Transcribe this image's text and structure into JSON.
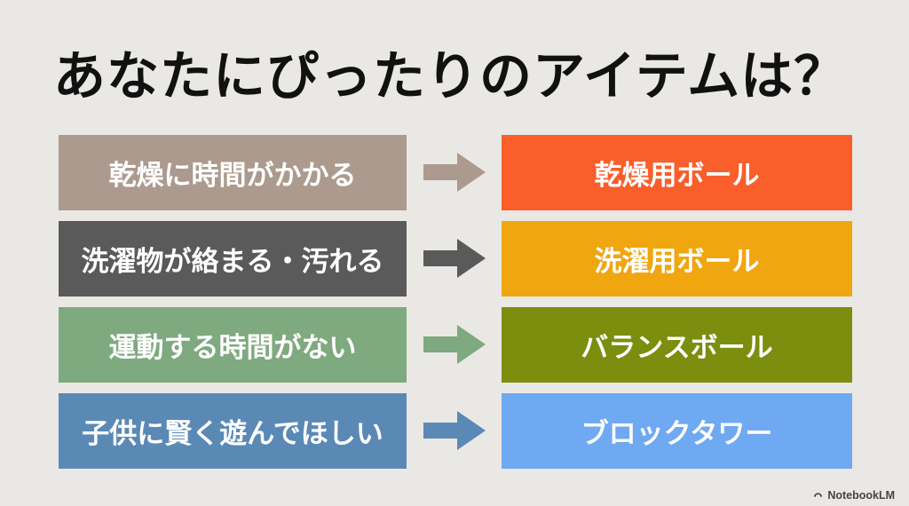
{
  "background_color": "#eae8e4",
  "title": {
    "text": "あなたにぴったりのアイテムは？",
    "color": "#111111"
  },
  "rows": [
    {
      "problem": "乾燥に時間がかかる",
      "item": "乾燥用ボール",
      "problem_color": "#ab9a8d",
      "item_color": "#f95e2b",
      "arrow_color": "#ab9a8d",
      "text_color": "#ffffff"
    },
    {
      "problem": "洗濯物が絡まる・汚れる",
      "item": "洗濯用ボール",
      "problem_color": "#5a5a5a",
      "item_color": "#f0a60f",
      "arrow_color": "#5a5a5a",
      "text_color": "#ffffff"
    },
    {
      "problem": "運動する時間がない",
      "item": "バランスボール",
      "problem_color": "#7fa97f",
      "item_color": "#7b8e0e",
      "arrow_color": "#7fa97f",
      "text_color": "#ffffff"
    },
    {
      "problem": "子供に賢く遊んでほしい",
      "item": "ブロックタワー",
      "problem_color": "#5b89b6",
      "item_color": "#6fa9f1",
      "arrow_color": "#5b89b6",
      "text_color": "#ffffff"
    }
  ],
  "icons": {
    "arrow": "right-arrow",
    "logo": "notebooklm-arc"
  },
  "footer": {
    "logo_text": "NotebookLM",
    "color": "#45453f"
  }
}
